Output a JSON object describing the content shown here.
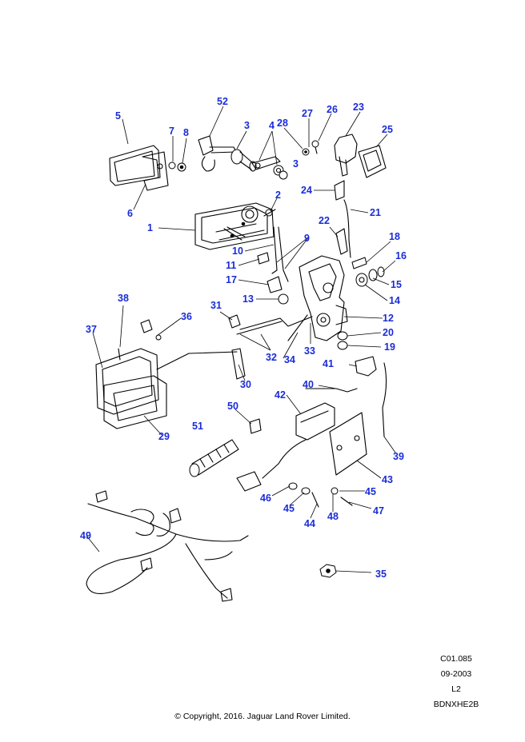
{
  "callouts": {
    "c1": "1",
    "c2": "2",
    "c3a": "3",
    "c3b": "3",
    "c4": "4",
    "c5": "5",
    "c6": "6",
    "c7": "7",
    "c8": "8",
    "c9": "9",
    "c10": "10",
    "c11": "11",
    "c12": "12",
    "c13": "13",
    "c14": "14",
    "c15": "15",
    "c16": "16",
    "c17": "17",
    "c18": "18",
    "c19": "19",
    "c20": "20",
    "c21": "21",
    "c22": "22",
    "c23": "23",
    "c24": "24",
    "c25": "25",
    "c26": "26",
    "c27": "27",
    "c28": "28",
    "c29": "29",
    "c30": "30",
    "c31": "31",
    "c32": "32",
    "c33": "33",
    "c34": "34",
    "c35": "35",
    "c36": "36",
    "c37": "37",
    "c38": "38",
    "c39": "39",
    "c40": "40",
    "c41": "41",
    "c42": "42",
    "c43": "43",
    "c44": "44",
    "c45a": "45",
    "c45b": "45",
    "c46": "46",
    "c47": "47",
    "c48": "48",
    "c49": "49",
    "c50": "50",
    "c51": "51",
    "c52": "52"
  },
  "footer": {
    "ref": "C01.085",
    "date": "09-2003",
    "level": "L2",
    "code": "BDNXHE2B",
    "copyright": "© Copyright, 2016. Jaguar Land Rover Limited."
  }
}
